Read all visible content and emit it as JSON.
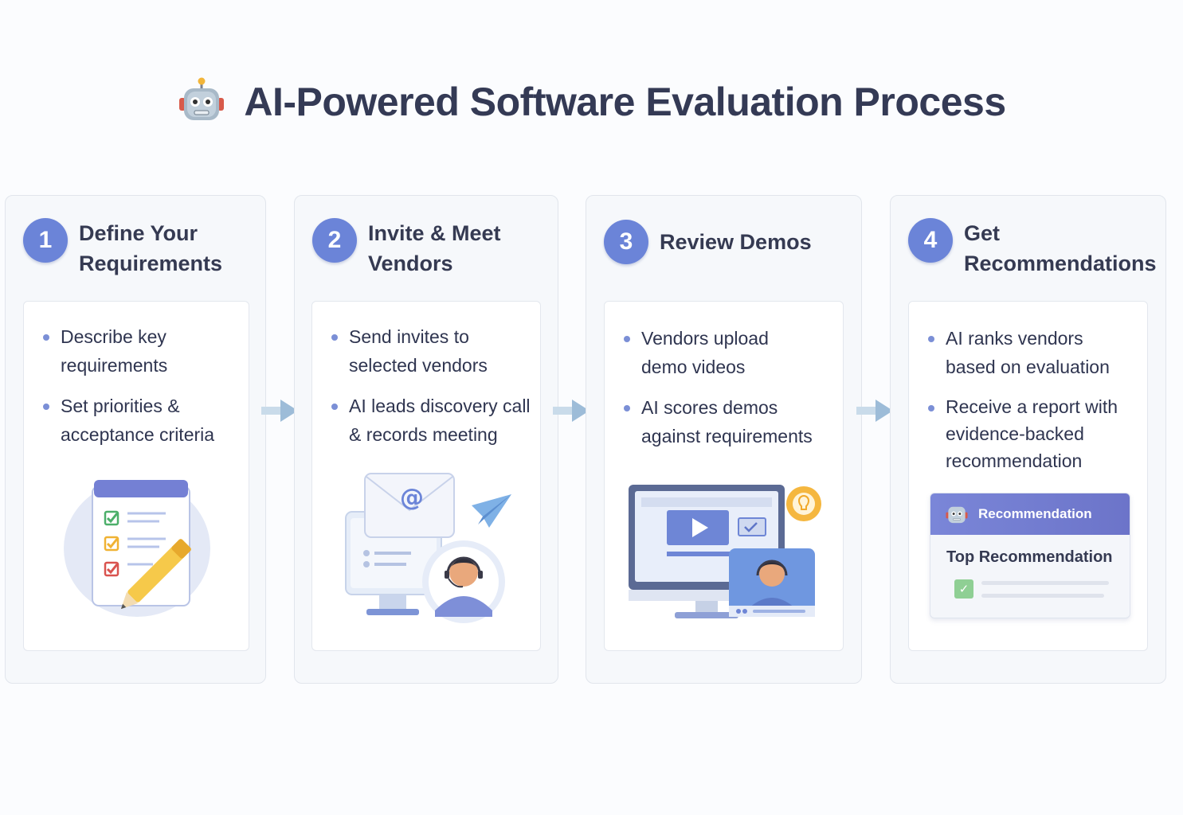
{
  "title": "AI-Powered Software Evaluation Process",
  "colors": {
    "accent": "#6b84d8",
    "arrow": "#9dbcd8",
    "card_bg": "#ffffff",
    "panel_bg": "#f6f8fb"
  },
  "steps": [
    {
      "number": "1",
      "title_lines": [
        "Define Your",
        "Requirements"
      ],
      "bullets": [
        {
          "lines": [
            "Describe key",
            "requirements"
          ]
        },
        {
          "lines": [
            "Set priorities &",
            "acceptance criteria"
          ]
        }
      ],
      "illustration": "checklist-icon"
    },
    {
      "number": "2",
      "title_lines": [
        "Invite & Meet",
        "Vendors"
      ],
      "bullets": [
        {
          "lines": [
            "Send invites to",
            "selected vendors"
          ]
        },
        {
          "lines": [
            "AI leads discovery call",
            "& records meeting"
          ]
        }
      ],
      "illustration": "email-invite-icon"
    },
    {
      "number": "3",
      "title_lines": [
        "Review Demos"
      ],
      "bullets": [
        {
          "lines": [
            "Vendors upload",
            "demo videos"
          ]
        },
        {
          "lines": [
            "AI scores demos",
            "against requirements"
          ]
        }
      ],
      "illustration": "video-demo-icon"
    },
    {
      "number": "4",
      "title_lines": [
        "Get",
        "Recommendations"
      ],
      "bullets": [
        {
          "lines": [
            "AI ranks vendors",
            "based on evaluation"
          ]
        },
        {
          "lines": [
            "Receive a report with",
            "evidence-backed",
            "recommendation"
          ]
        }
      ],
      "illustration": "recommendation-report",
      "report": {
        "header": "Recommendation",
        "top": "Top Recommendation"
      }
    }
  ]
}
